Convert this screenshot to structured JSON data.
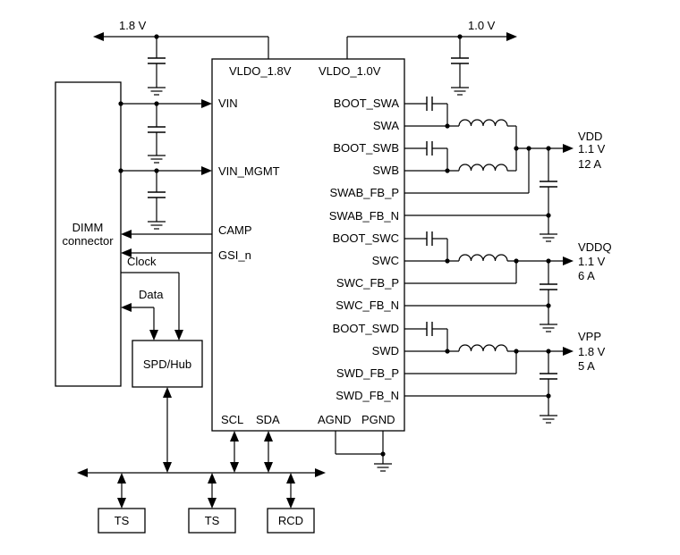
{
  "rails": {
    "left": "1.8 V",
    "right": "1.0 V"
  },
  "ic": {
    "left_pins": [
      "VIN",
      "VIN_MGMT",
      "CAMP",
      "GSI_n"
    ],
    "top_pins": [
      "VLDO_1.8V",
      "VLDO_1.0V"
    ],
    "right_pins": [
      "BOOT_SWA",
      "SWA",
      "BOOT_SWB",
      "SWB",
      "SWAB_FB_P",
      "SWAB_FB_N",
      "BOOT_SWC",
      "SWC",
      "SWC_FB_P",
      "SWC_FB_N",
      "BOOT_SWD",
      "SWD",
      "SWD_FB_P",
      "SWD_FB_N"
    ],
    "bottom_pins": [
      "SCL",
      "SDA",
      "AGND",
      "PGND"
    ]
  },
  "dimm": {
    "line1": "DIMM",
    "line2": "connector"
  },
  "spd": {
    "label": "SPD/Hub"
  },
  "signals": {
    "clock": "Clock",
    "data": "Data"
  },
  "outputs": [
    {
      "name": "VDD",
      "voltage": "1.1 V",
      "current": "12 A"
    },
    {
      "name": "VDDQ",
      "voltage": "1.1 V",
      "current": "6 A"
    },
    {
      "name": "VPP",
      "voltage": "1.8 V",
      "current": "5 A"
    }
  ],
  "bus_devices": [
    "TS",
    "TS",
    "RCD"
  ]
}
